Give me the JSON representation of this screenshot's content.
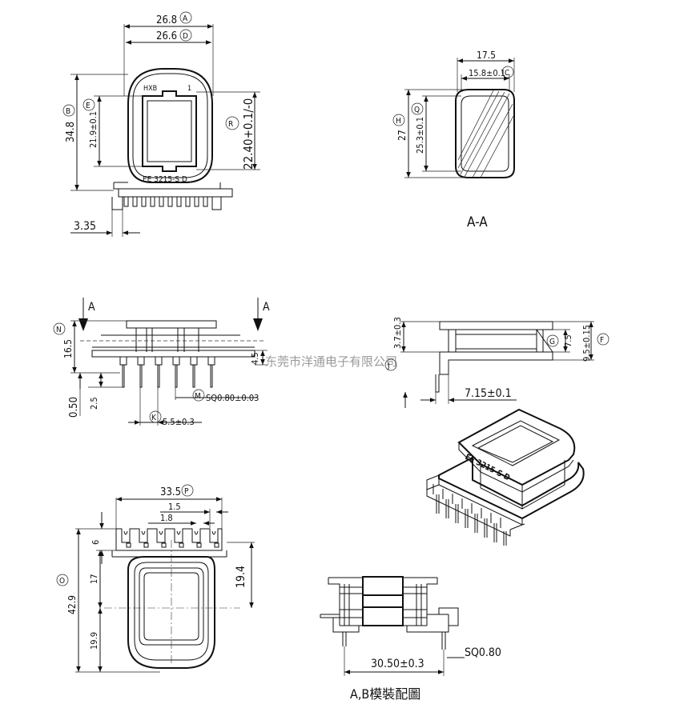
{
  "top_view": {
    "dim_width_outer": "26.8",
    "dim_width_outer_tag": "A",
    "dim_width_inner": "26.6",
    "dim_width_inner_tag": "D",
    "dim_height_outer": "34.8",
    "dim_height_outer_tag": "B",
    "dim_height_inner": "21.9±0.1",
    "dim_height_inner_tag": "E",
    "dim_window": "22.40+0.1/-0",
    "dim_window_tag": "R",
    "dim_pin_offset": "3.35",
    "mark_top_left": "HXB",
    "mark_top_right": "1",
    "mark_bottom": "EE 3215-S D"
  },
  "section_aa": {
    "dim_width": "17.5",
    "dim_inner_width": "15.8±0.1",
    "dim_inner_width_tag": "C",
    "dim_height": "27",
    "dim_height_tag": "H",
    "dim_inner_height": "25.3±0.1",
    "dim_inner_height_tag": "Q",
    "label": "A-A"
  },
  "front_view": {
    "section_mark_left": "A",
    "section_mark_right": "A",
    "dim_total_height": "16.5",
    "dim_total_height_tag": "N",
    "dim_pin_gap": "4.5",
    "dim_pin_length": "2.5",
    "dim_base": "0.50",
    "dim_pin_square": "SQ0.80±0.03",
    "dim_pin_square_tag": "M",
    "dim_pin_pitch": "5.5±0.3",
    "dim_pin_pitch_tag": "K"
  },
  "watermark": "东莞市洋通电子有限公司",
  "side_view": {
    "dim_flange": "3.7±0.3",
    "dim_inner": "7.5",
    "dim_inner_tag": "G",
    "dim_total": "9.5±0.15",
    "dim_total_tag": "F",
    "dim_pin_offset": "7.15±0.1",
    "dim_left_tag": "J"
  },
  "iso_view": {
    "mark": "EE 3215-S D"
  },
  "bottom_view": {
    "dim_length": "33.5",
    "dim_length_tag": "P",
    "dim_slot_1": "1.5",
    "dim_slot_2": "1.8",
    "dim_slot_depth": "6",
    "dim_total_height": "42.9",
    "dim_total_height_tag": "O",
    "dim_upper": "17",
    "dim_lower": "19.9",
    "dim_center": "19.4"
  },
  "assembly_view": {
    "dim_pin_span": "30.50±0.3",
    "dim_pin_square": "SQ0.80",
    "caption": "A,B模裝配圖"
  }
}
